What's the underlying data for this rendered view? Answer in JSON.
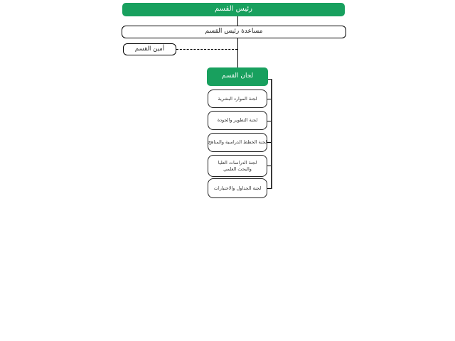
{
  "page": {
    "background": "#ffffff"
  },
  "diagram": {
    "type": "org-chart",
    "direction": "rtl",
    "colors": {
      "accent_green": "#18A05E",
      "node_background": "#FFFFFF",
      "node_border": "#000000",
      "connector": "#000000",
      "text_on_green": "#FFFFFF",
      "text_dark": "#1A1A1A"
    },
    "nodes": {
      "department_head": {
        "label": "رئيس القسم",
        "style": "green"
      },
      "department_head_assistant": {
        "label": "مساعدة رئيس القسم",
        "style": "outline"
      },
      "department_secretary": {
        "label": "أمين القسم",
        "style": "outline",
        "connector": "dashed"
      },
      "department_committees_group": {
        "label": "لجان القسم",
        "style": "green"
      },
      "committees": [
        {
          "label": "لجنة الموارد البشرية"
        },
        {
          "label": "لجنة التطوير والجودة"
        },
        {
          "label": "لجنة الخطط الدراسية والمناهج"
        },
        {
          "label": "لجنة الدراسات العليا والبحث العلمي"
        },
        {
          "label": "لجنة الجداول والاختبارات"
        }
      ]
    }
  }
}
